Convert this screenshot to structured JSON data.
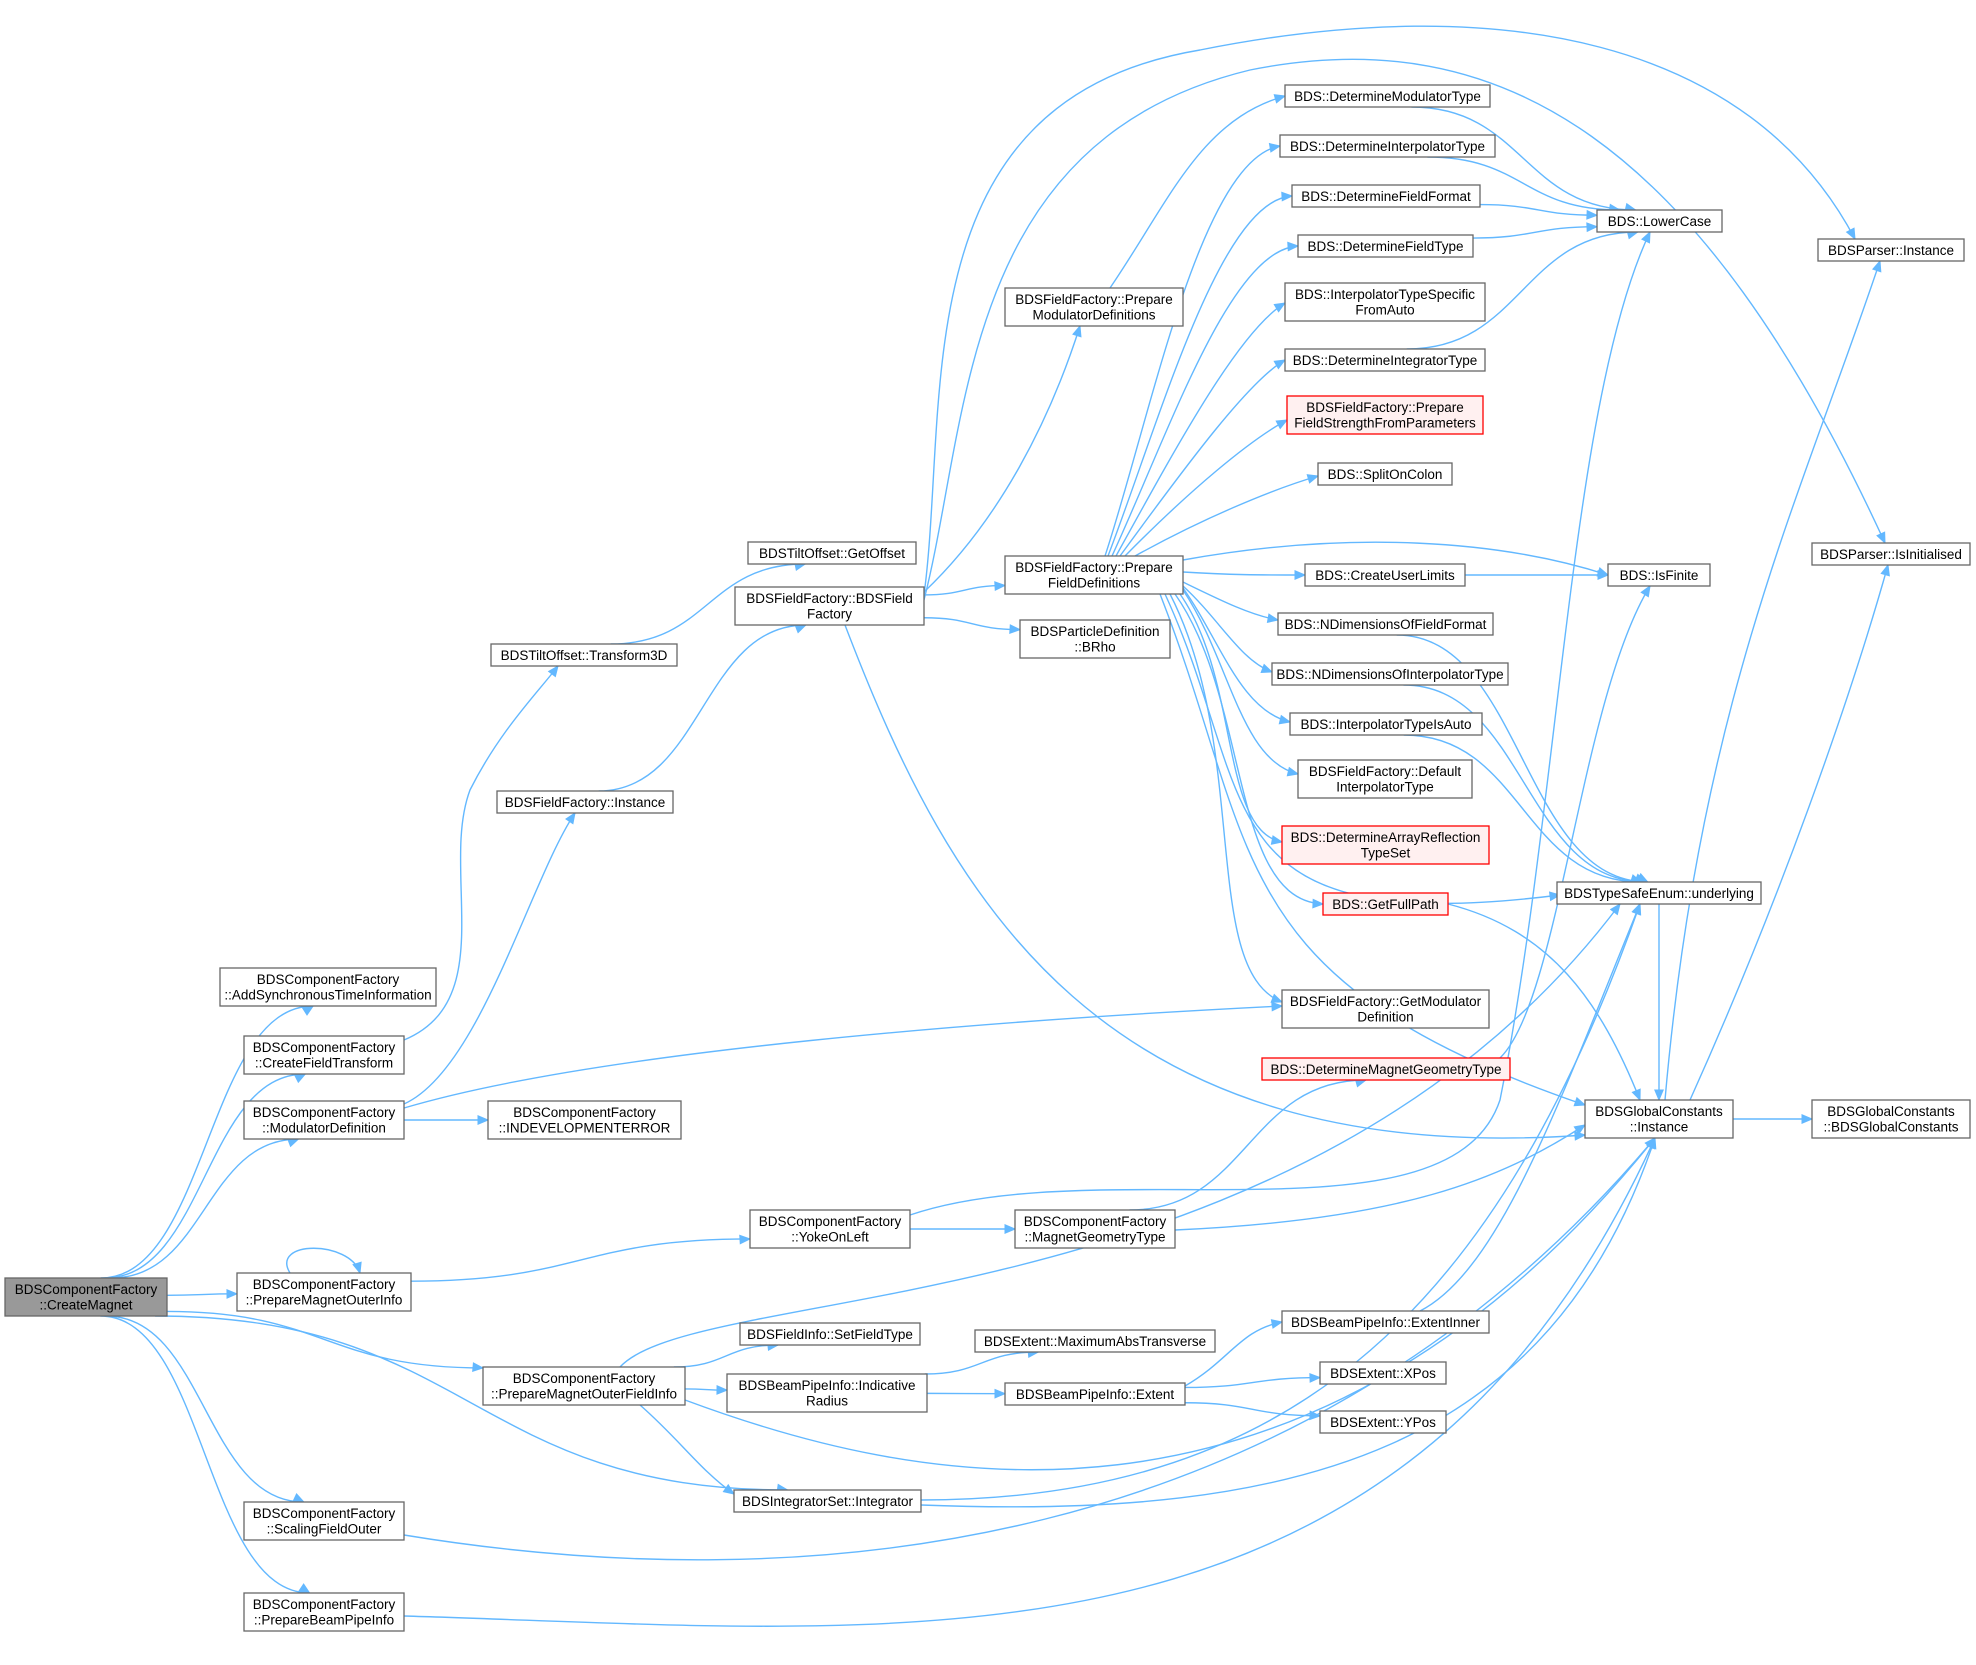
{
  "graph": {
    "colors": {
      "edge": "#63b8ff",
      "root_fill": "#999999",
      "node_border": "#666666",
      "red_border": "#ff0000",
      "red_fill": "#fff0f0"
    },
    "nodes": [
      {
        "id": "createMagnet",
        "lines": [
          "BDSComponentFactory",
          "::CreateMagnet"
        ],
        "kind": "root"
      },
      {
        "id": "addSync",
        "lines": [
          "BDSComponentFactory",
          "::AddSynchronousTimeInformation"
        ]
      },
      {
        "id": "createFieldTransform",
        "lines": [
          "BDSComponentFactory",
          "::CreateFieldTransform"
        ]
      },
      {
        "id": "modulatorDefinition",
        "lines": [
          "BDSComponentFactory",
          "::ModulatorDefinition"
        ]
      },
      {
        "id": "prepMagOuterInfo",
        "lines": [
          "BDSComponentFactory",
          "::PrepareMagnetOuterInfo"
        ]
      },
      {
        "id": "prepMagOuterFieldInfo",
        "lines": [
          "BDSComponentFactory",
          "::PrepareMagnetOuterFieldInfo"
        ]
      },
      {
        "id": "scalingFieldOuter",
        "lines": [
          "BDSComponentFactory",
          "::ScalingFieldOuter"
        ]
      },
      {
        "id": "prepBeamPipeInfo",
        "lines": [
          "BDSComponentFactory",
          "::PrepareBeamPipeInfo"
        ]
      },
      {
        "id": "transform3D",
        "lines": [
          "BDSTiltOffset::Transform3D"
        ]
      },
      {
        "id": "fieldFactoryInstance",
        "lines": [
          "BDSFieldFactory::Instance"
        ]
      },
      {
        "id": "indevError",
        "lines": [
          "BDSComponentFactory",
          "::INDEVELOPMENTERROR"
        ]
      },
      {
        "id": "yokeOnLeft",
        "lines": [
          "BDSComponentFactory",
          "::YokeOnLeft"
        ]
      },
      {
        "id": "setFieldType",
        "lines": [
          "BDSFieldInfo::SetFieldType"
        ]
      },
      {
        "id": "indicativeRadius",
        "lines": [
          "BDSBeamPipeInfo::Indicative",
          "Radius"
        ]
      },
      {
        "id": "integrator",
        "lines": [
          "BDSIntegratorSet::Integrator"
        ]
      },
      {
        "id": "getOffset",
        "lines": [
          "BDSTiltOffset::GetOffset"
        ]
      },
      {
        "id": "bdsFieldFactory",
        "lines": [
          "BDSFieldFactory::BDSField",
          "Factory"
        ]
      },
      {
        "id": "magnetGeometryType",
        "lines": [
          "BDSComponentFactory",
          "::MagnetGeometryType"
        ]
      },
      {
        "id": "maxAbsTransverse",
        "lines": [
          "BDSExtent::MaximumAbsTransverse"
        ]
      },
      {
        "id": "extent",
        "lines": [
          "BDSBeamPipeInfo::Extent"
        ]
      },
      {
        "id": "prepModulatorDefs",
        "lines": [
          "BDSFieldFactory::Prepare",
          "ModulatorDefinitions"
        ]
      },
      {
        "id": "prepFieldDefs",
        "lines": [
          "BDSFieldFactory::Prepare",
          "FieldDefinitions"
        ]
      },
      {
        "id": "bRho",
        "lines": [
          "BDSParticleDefinition",
          "::BRho"
        ]
      },
      {
        "id": "determineModulatorType",
        "lines": [
          "BDS::DetermineModulatorType"
        ]
      },
      {
        "id": "determineInterpolatorType",
        "lines": [
          "BDS::DetermineInterpolatorType"
        ]
      },
      {
        "id": "determineFieldFormat",
        "lines": [
          "BDS::DetermineFieldFormat"
        ]
      },
      {
        "id": "determineFieldType",
        "lines": [
          "BDS::DetermineFieldType"
        ]
      },
      {
        "id": "interpTypeSpecific",
        "lines": [
          "BDS::InterpolatorTypeSpecific",
          "FromAuto"
        ]
      },
      {
        "id": "determineIntegratorType",
        "lines": [
          "BDS::DetermineIntegratorType"
        ]
      },
      {
        "id": "prepFieldStrength",
        "lines": [
          "BDSFieldFactory::Prepare",
          "FieldStrengthFromParameters"
        ],
        "kind": "red"
      },
      {
        "id": "splitOnColon",
        "lines": [
          "BDS::SplitOnColon"
        ]
      },
      {
        "id": "createUserLimits",
        "lines": [
          "BDS::CreateUserLimits"
        ]
      },
      {
        "id": "nDimFieldFormat",
        "lines": [
          "BDS::NDimensionsOfFieldFormat"
        ]
      },
      {
        "id": "nDimInterpType",
        "lines": [
          "BDS::NDimensionsOfInterpolatorType"
        ]
      },
      {
        "id": "interpTypeIsAuto",
        "lines": [
          "BDS::InterpolatorTypeIsAuto"
        ]
      },
      {
        "id": "defaultInterpType",
        "lines": [
          "BDSFieldFactory::Default",
          "InterpolatorType"
        ]
      },
      {
        "id": "determineArrayReflection",
        "lines": [
          "BDS::DetermineArrayReflection",
          "TypeSet"
        ],
        "kind": "red"
      },
      {
        "id": "getFullPath",
        "lines": [
          "BDS::GetFullPath"
        ],
        "kind": "red"
      },
      {
        "id": "getModulatorDef",
        "lines": [
          "BDSFieldFactory::GetModulator",
          "Definition"
        ]
      },
      {
        "id": "determineMagGeomType",
        "lines": [
          "BDS::DetermineMagnetGeometryType"
        ],
        "kind": "red"
      },
      {
        "id": "extentInner",
        "lines": [
          "BDSBeamPipeInfo::ExtentInner"
        ]
      },
      {
        "id": "xPos",
        "lines": [
          "BDSExtent::XPos"
        ]
      },
      {
        "id": "yPos",
        "lines": [
          "BDSExtent::YPos"
        ]
      },
      {
        "id": "lowerCase",
        "lines": [
          "BDS::LowerCase"
        ]
      },
      {
        "id": "isFinite",
        "lines": [
          "BDS::IsFinite"
        ]
      },
      {
        "id": "underlying",
        "lines": [
          "BDSTypeSafeEnum::underlying"
        ]
      },
      {
        "id": "globalConstInstance",
        "lines": [
          "BDSGlobalConstants",
          "::Instance"
        ]
      },
      {
        "id": "parserInstance",
        "lines": [
          "BDSParser::Instance"
        ]
      },
      {
        "id": "parserIsInit",
        "lines": [
          "BDSParser::IsInitialised"
        ]
      },
      {
        "id": "globalConstCtor",
        "lines": [
          "BDSGlobalConstants",
          "::BDSGlobalConstants"
        ]
      }
    ]
  }
}
